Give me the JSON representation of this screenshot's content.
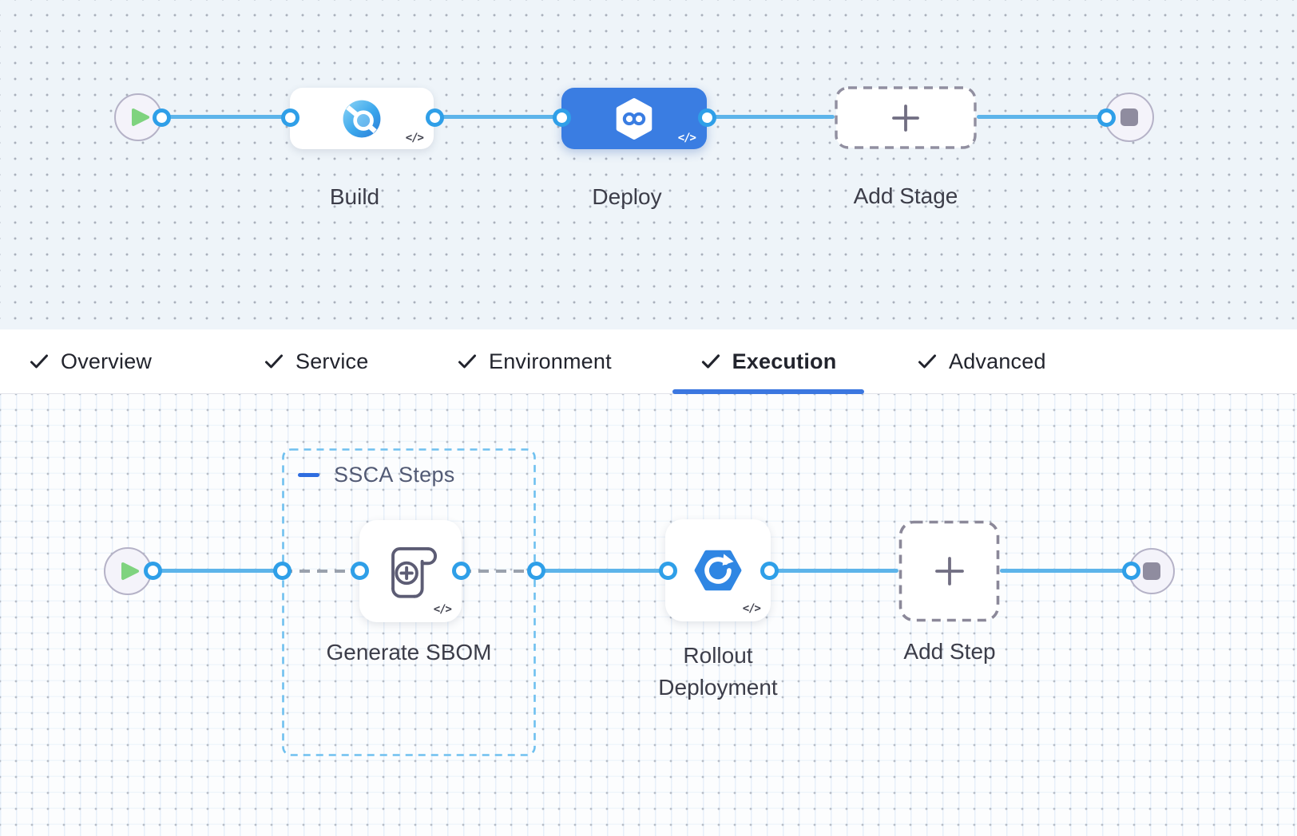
{
  "stage_flow": {
    "stages": [
      {
        "label": "Build",
        "icon": "ci-build-icon",
        "selected": false
      },
      {
        "label": "Deploy",
        "icon": "cd-deploy-icon",
        "selected": true
      }
    ],
    "add_stage_label": "Add Stage",
    "code_badge": "</>"
  },
  "tab_bar": {
    "items": [
      {
        "label": "Overview",
        "checked": true,
        "active": false
      },
      {
        "label": "Service",
        "checked": true,
        "active": false
      },
      {
        "label": "Environment",
        "checked": true,
        "active": false
      },
      {
        "label": "Execution",
        "checked": true,
        "active": true
      },
      {
        "label": "Advanced",
        "checked": true,
        "active": false
      }
    ]
  },
  "execution_flow": {
    "group_label": "SSCA Steps",
    "steps": [
      {
        "label": "Generate SBOM",
        "icon": "sbom-scroll-icon"
      },
      {
        "label": "Rollout Deployment",
        "icon": "rollout-icon"
      }
    ],
    "add_step_label": "Add Step",
    "code_badge": "</>"
  },
  "colors": {
    "selected_stage_blue": "#3a7de2",
    "connector_blue": "#5db4ea",
    "port_ring_blue": "#2f9fe8",
    "active_tab_underline": "#3b77e0",
    "group_border_blue": "#6fc0ef",
    "play_green": "#7fd37f",
    "end_square_gray": "#8f8c9f",
    "canvas_top_bg": "#eef4f9",
    "canvas_bottom_bg": "#fcfdfe"
  }
}
